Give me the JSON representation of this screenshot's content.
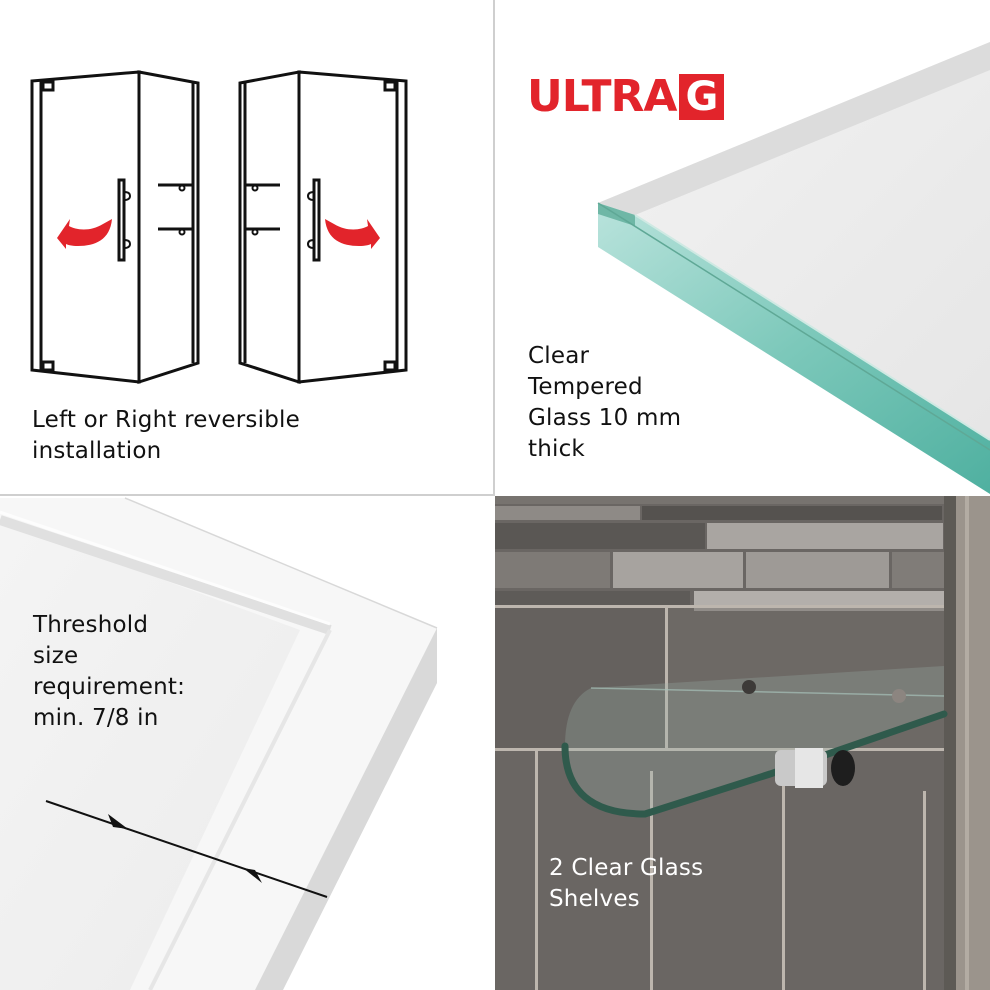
{
  "panels": {
    "reversible": {
      "caption_lines": [
        "Left or Right reversible",
        "installation"
      ]
    },
    "glass": {
      "logo": {
        "text": "ULTRA",
        "boxed_letter": "G",
        "color": "#e2242b"
      },
      "caption_lines": [
        "Clear",
        "Tempered",
        "Glass 10 mm",
        "thick"
      ],
      "edge_color": "#5fb8a8"
    },
    "threshold": {
      "caption_lines": [
        "Threshold",
        "size",
        "requirement:",
        "min. 7/8 in"
      ]
    },
    "shelves": {
      "caption_lines": [
        "2 Clear Glass",
        "Shelves"
      ]
    }
  },
  "colors": {
    "accent_red": "#e2242b",
    "divider": "#cfcfcf"
  }
}
